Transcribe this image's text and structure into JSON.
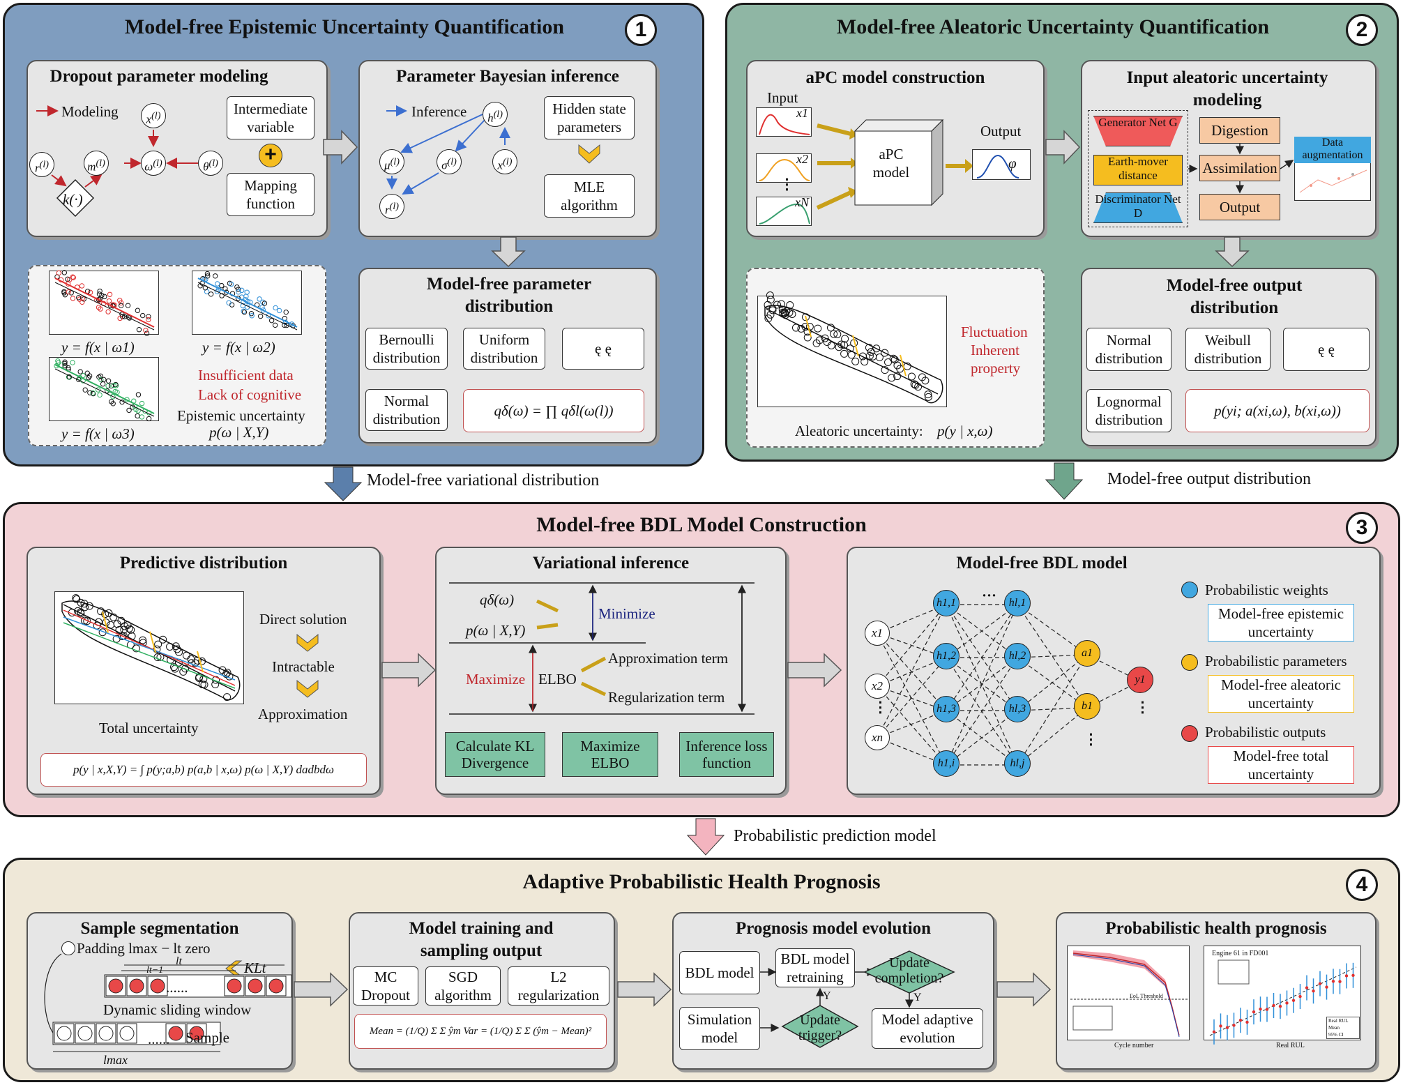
{
  "panel1": {
    "title": "Model-free Epistemic Uncertainty Quantification",
    "number": "1",
    "dropout": {
      "title": "Dropout parameter modeling",
      "legend": "Modeling",
      "intermediate": "Intermediate variable",
      "mapping": "Mapping function",
      "nodes": [
        "r(l)",
        "m(l)",
        "x(l)",
        "ω(l)",
        "θ(l)",
        "k(·)"
      ]
    },
    "bayes": {
      "title": "Parameter Bayesian inference",
      "legend": "Inference",
      "hidden": "Hidden state parameters",
      "mle": "MLE algorithm",
      "nodes": [
        "h(l)",
        "μ(l)",
        "σ(l)",
        "x(l)",
        "r(l)"
      ]
    },
    "plots": {
      "eq1": "y = f(x | ω1)",
      "eq2": "y = f(x | ω2)",
      "eq3": "y = f(x | ω3)",
      "insufficient": "Insufficient data",
      "lack": "Lack of cognitive",
      "epistemic": "Epistemic uncertainty",
      "epistemic_eq": "p(ω | X,Y)"
    },
    "dist": {
      "title": "Model-free parameter distribution",
      "bernoulli": "Bernoulli distribution",
      "uniform": "Uniform distribution",
      "dots": "ę ę",
      "normal": "Normal distribution",
      "formula": "qδ(ω) = ∏ qδl(ω(l))"
    },
    "arrow_label": "Model-free variational distribution"
  },
  "panel2": {
    "title": "Model-free Aleatoric Uncertainty Quantification",
    "number": "2",
    "apc": {
      "title": "aPC model construction",
      "input": "Input",
      "output": "Output",
      "model": "aPC model",
      "inputs": [
        "x1",
        "x2",
        "xN"
      ],
      "phi": "φ"
    },
    "aleatoric_model": {
      "title": "Input aleatoric uncertainty modeling",
      "generator": "Generator Net G",
      "earth": "Earth-mover distance",
      "disc": "Discriminator Net D",
      "digestion": "Digestion",
      "assimilation": "Assimilation",
      "output": "Output",
      "augmentation": "Data augmentation"
    },
    "plot": {
      "fluct": "Fluctuation",
      "inherent": "Inherent",
      "property": "property",
      "caption": "Aleatoric uncertainty:",
      "caption_eq": "p(y | x,ω)"
    },
    "dist": {
      "title": "Model-free output distribution",
      "normal": "Normal distribution",
      "weibull": "Weibull distribution",
      "dots": "ę ę",
      "lognormal": "Lognormal distribution",
      "formula": "p(yi; a(xi,ω), b(xi,ω))"
    },
    "arrow_label": "Model-free output distribution"
  },
  "panel3": {
    "title": "Model-free BDL Model Construction",
    "number": "3",
    "predictive": {
      "title": "Predictive distribution",
      "direct": "Direct solution",
      "intractable": "Intractable",
      "approx": "Approximation",
      "total": "Total uncertainty",
      "formula": "p(y | x,X,Y) = ∫ p(y;a,b) p(a,b | x,ω) p(ω | X,Y) dadbdω"
    },
    "variational": {
      "title": "Variational inference",
      "q": "qδ(ω)",
      "p": "p(ω | X,Y)",
      "minimize": "Minimize",
      "maximize": "Maximize",
      "elbo": "ELBO",
      "approx_term": "Approximation term",
      "reg_term": "Regularization term",
      "kl": "Calculate KL Divergence",
      "max_elbo": "Maximize ELBO",
      "inference_loss": "Inference loss function"
    },
    "bdl": {
      "title": "Model-free BDL model",
      "inputs": [
        "x1",
        "x2",
        "xn"
      ],
      "hidden1": [
        "h1,1",
        "h1,2",
        "h1,3",
        "h1,i"
      ],
      "hidden2": [
        "hl,1",
        "hl,2",
        "hl,3",
        "hl,j"
      ],
      "params": [
        "a1",
        "b1"
      ],
      "out": "y1",
      "leg1": "Probabilistic weights",
      "leg1_box": "Model-free epistemic uncertainty",
      "leg2": "Probabilistic parameters",
      "leg2_box": "Model-free aleatoric uncertainty",
      "leg3": "Probabilistic outputs",
      "leg3_box": "Model-free total uncertainty"
    },
    "arrow_label": "Probabilistic prediction model"
  },
  "panel4": {
    "title": "Adaptive Probabilistic Health Prognosis",
    "number": "4",
    "seg": {
      "title": "Sample segmentation",
      "padding": "Padding lmax − lt zero",
      "lt": "lt",
      "lt1": "lt−1",
      "kl": "KLt",
      "dots": "......",
      "window": "Dynamic sliding window",
      "sample": "Sample",
      "lmax": "lmax"
    },
    "train": {
      "title": "Model training and sampling output",
      "mc": "MC Dropout",
      "sgd": "SGD algorithm",
      "l2": "L2 regularization",
      "formula": "Mean = (1/Q) Σ Σ ŷm     Var = (1/Q) Σ Σ (ŷm − Mean)²"
    },
    "evolution": {
      "title": "Prognosis model evolution",
      "bdl": "BDL model",
      "sim": "Simulation model",
      "retrain": "BDL model retraining",
      "update_completion": "Update completion?",
      "update_trigger": "Update trigger?",
      "adaptive": "Model adaptive evolution",
      "y1": "Y",
      "y2": "Y"
    },
    "prognosis": {
      "title": "Probabilistic health prognosis",
      "engine": "Engine 61 in FD001",
      "xlabel_left": "Cycle number",
      "xlabel_right": "Real RUL",
      "eol": "EoL Threshold",
      "legend_right": [
        "Real RUL",
        "Mean",
        "95% CI"
      ]
    }
  },
  "colors": {
    "panel1": "#7f9dbf",
    "panel2": "#8fb6a4",
    "panel3": "#f2d2d6",
    "panel4": "#efe8d8",
    "blue_node": "#41a7e0",
    "yellow_node": "#f5bd1f",
    "red_node": "#e84848",
    "green_box": "#7fc3a4"
  }
}
